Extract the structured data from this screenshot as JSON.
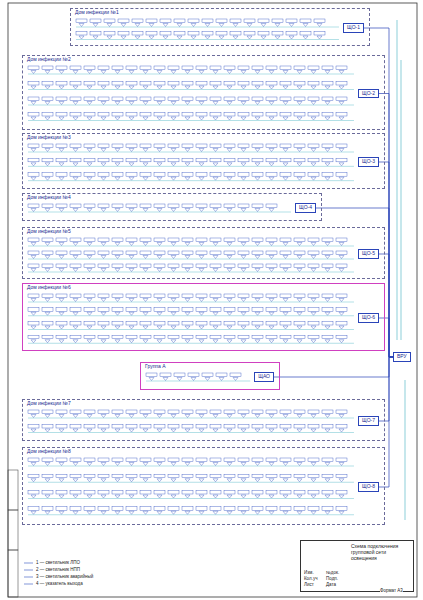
{
  "diagram": {
    "nodes": [
      {
        "text": [
          "Дом инфекции №1"
        ]
      },
      {
        "text": [
          "ЩО-1"
        ],
        "in": 0
      },
      {
        "text": [
          "Дом инфекции №2"
        ]
      },
      {
        "text": [
          "ЩО-2"
        ],
        "in": 2
      },
      {
        "text": [
          "Дом инфекции №3"
        ]
      },
      {
        "text": [
          "ЩО-3"
        ],
        "in": 4
      },
      {
        "text": [
          "Дом инфекции №4"
        ]
      },
      {
        "text": [
          "ЩО-4"
        ],
        "in": 6
      },
      {
        "text": [
          "Дом инфекции №5"
        ]
      },
      {
        "text": [
          "ЩО-5"
        ],
        "in": 8
      },
      {
        "text": [
          "Дом инфекции №6"
        ]
      },
      {
        "text": [
          "ЩО-6"
        ],
        "in": 10
      },
      {
        "text": [
          "Группа А"
        ]
      },
      {
        "text": [
          "ЩАО"
        ],
        "in": 12
      },
      {
        "text": [
          "Дом инфекции №7"
        ]
      },
      {
        "text": [
          "ЩО-7"
        ],
        "in": 14
      },
      {
        "text": [
          "Дом инфекции №8"
        ]
      },
      {
        "text": [
          "ЩО-8"
        ],
        "in": 16
      },
      {
        "text": [
          "ВРУ"
        ]
      },
      {
        "text": [
          "Схема подключения групповой сети освещения"
        ]
      }
    ],
    "edges": [
      {
        "from": 1,
        "to": 18,
        "arrow": "none"
      },
      {
        "from": 3,
        "to": 18,
        "arrow": "none"
      },
      {
        "from": 5,
        "to": 18,
        "arrow": "none"
      },
      {
        "from": 7,
        "to": 18,
        "arrow": "none"
      },
      {
        "from": 9,
        "to": 18,
        "arrow": "none"
      },
      {
        "from": 11,
        "to": 18,
        "arrow": "none"
      },
      {
        "from": 13,
        "to": 18,
        "arrow": "none"
      },
      {
        "from": 15,
        "to": 18,
        "arrow": "none"
      },
      {
        "from": 17,
        "to": 18,
        "arrow": "none"
      }
    ],
    "labels": [
      "Изм.",
      "Кол.уч",
      "Лист",
      "№док.",
      "Подп.",
      "Дата",
      "Формат А3"
    ],
    "legend": [
      {
        "text": "1 — светильник ЛПО"
      },
      {
        "text": "2 — светильник НПП"
      },
      {
        "text": "3 — светильник аварийный"
      },
      {
        "text": "4 — указатель выхода"
      }
    ]
  }
}
